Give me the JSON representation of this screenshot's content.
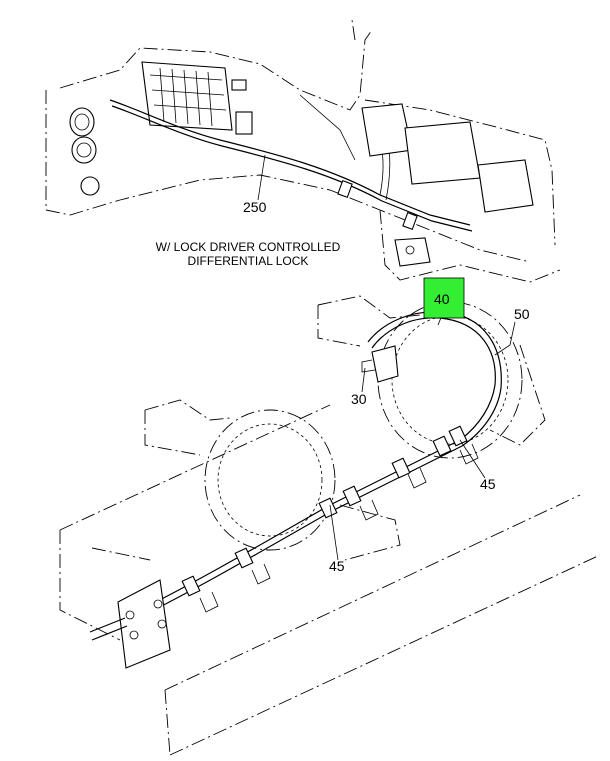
{
  "caption": {
    "line1": "W/ LOCK DRIVER CONTROLLED",
    "line2": "DIFFERENTIAL LOCK"
  },
  "callouts": {
    "c250": "250",
    "c40": "40",
    "c50": "50",
    "c30": "30",
    "c45a": "45",
    "c45b": "45"
  },
  "colors": {
    "highlight": "#33ee33",
    "line": "#000000"
  }
}
